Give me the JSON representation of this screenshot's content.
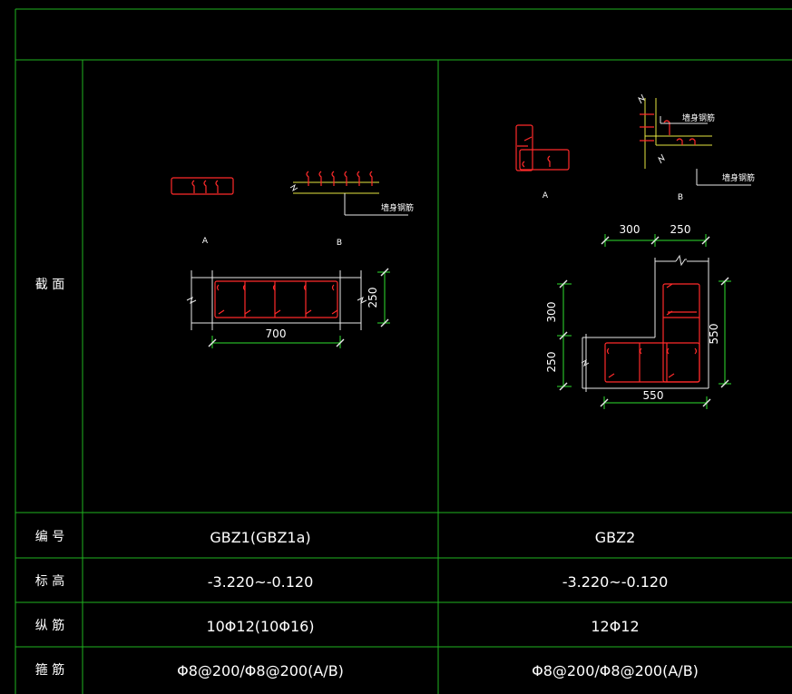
{
  "table": {
    "header_row_labels": {
      "section": "截  面",
      "id": "编  号",
      "elevation": "标  高",
      "longitudinal": "纵  筋",
      "stirrup": "箍  筋"
    },
    "columns": [
      {
        "id": "GBZ1(GBZ1a)",
        "elevation": "-3.220~-0.120",
        "longitudinal": "10Φ12(10Φ16)",
        "stirrup": "Φ8@200/Φ8@200(A/B)"
      },
      {
        "id": "GBZ2",
        "elevation": "-3.220~-0.120",
        "longitudinal": "12Φ12",
        "stirrup": "Φ8@200/Φ8@200(A/B)"
      }
    ]
  },
  "section1": {
    "detail_a": "A",
    "detail_b": "B",
    "wall_rebar_note": "墙身钢筋",
    "dim_width": "700",
    "dim_height": "250"
  },
  "section2": {
    "detail_a": "A",
    "detail_b": "B",
    "wall_rebar_note_1": "墙身钢筋",
    "wall_rebar_note_2": "墙身钢筋",
    "dim_top_left": "300",
    "dim_top_right": "250",
    "dim_left_upper": "300",
    "dim_left_lower": "250",
    "dim_right": "550",
    "dim_bottom": "550"
  },
  "colors": {
    "grid": "#1fb31f",
    "outline": "#e8e8e8",
    "rebar": "#ff2a2a",
    "wall_rebar": "#e6e640",
    "dimension": "#2ee02e",
    "background": "#000000"
  }
}
